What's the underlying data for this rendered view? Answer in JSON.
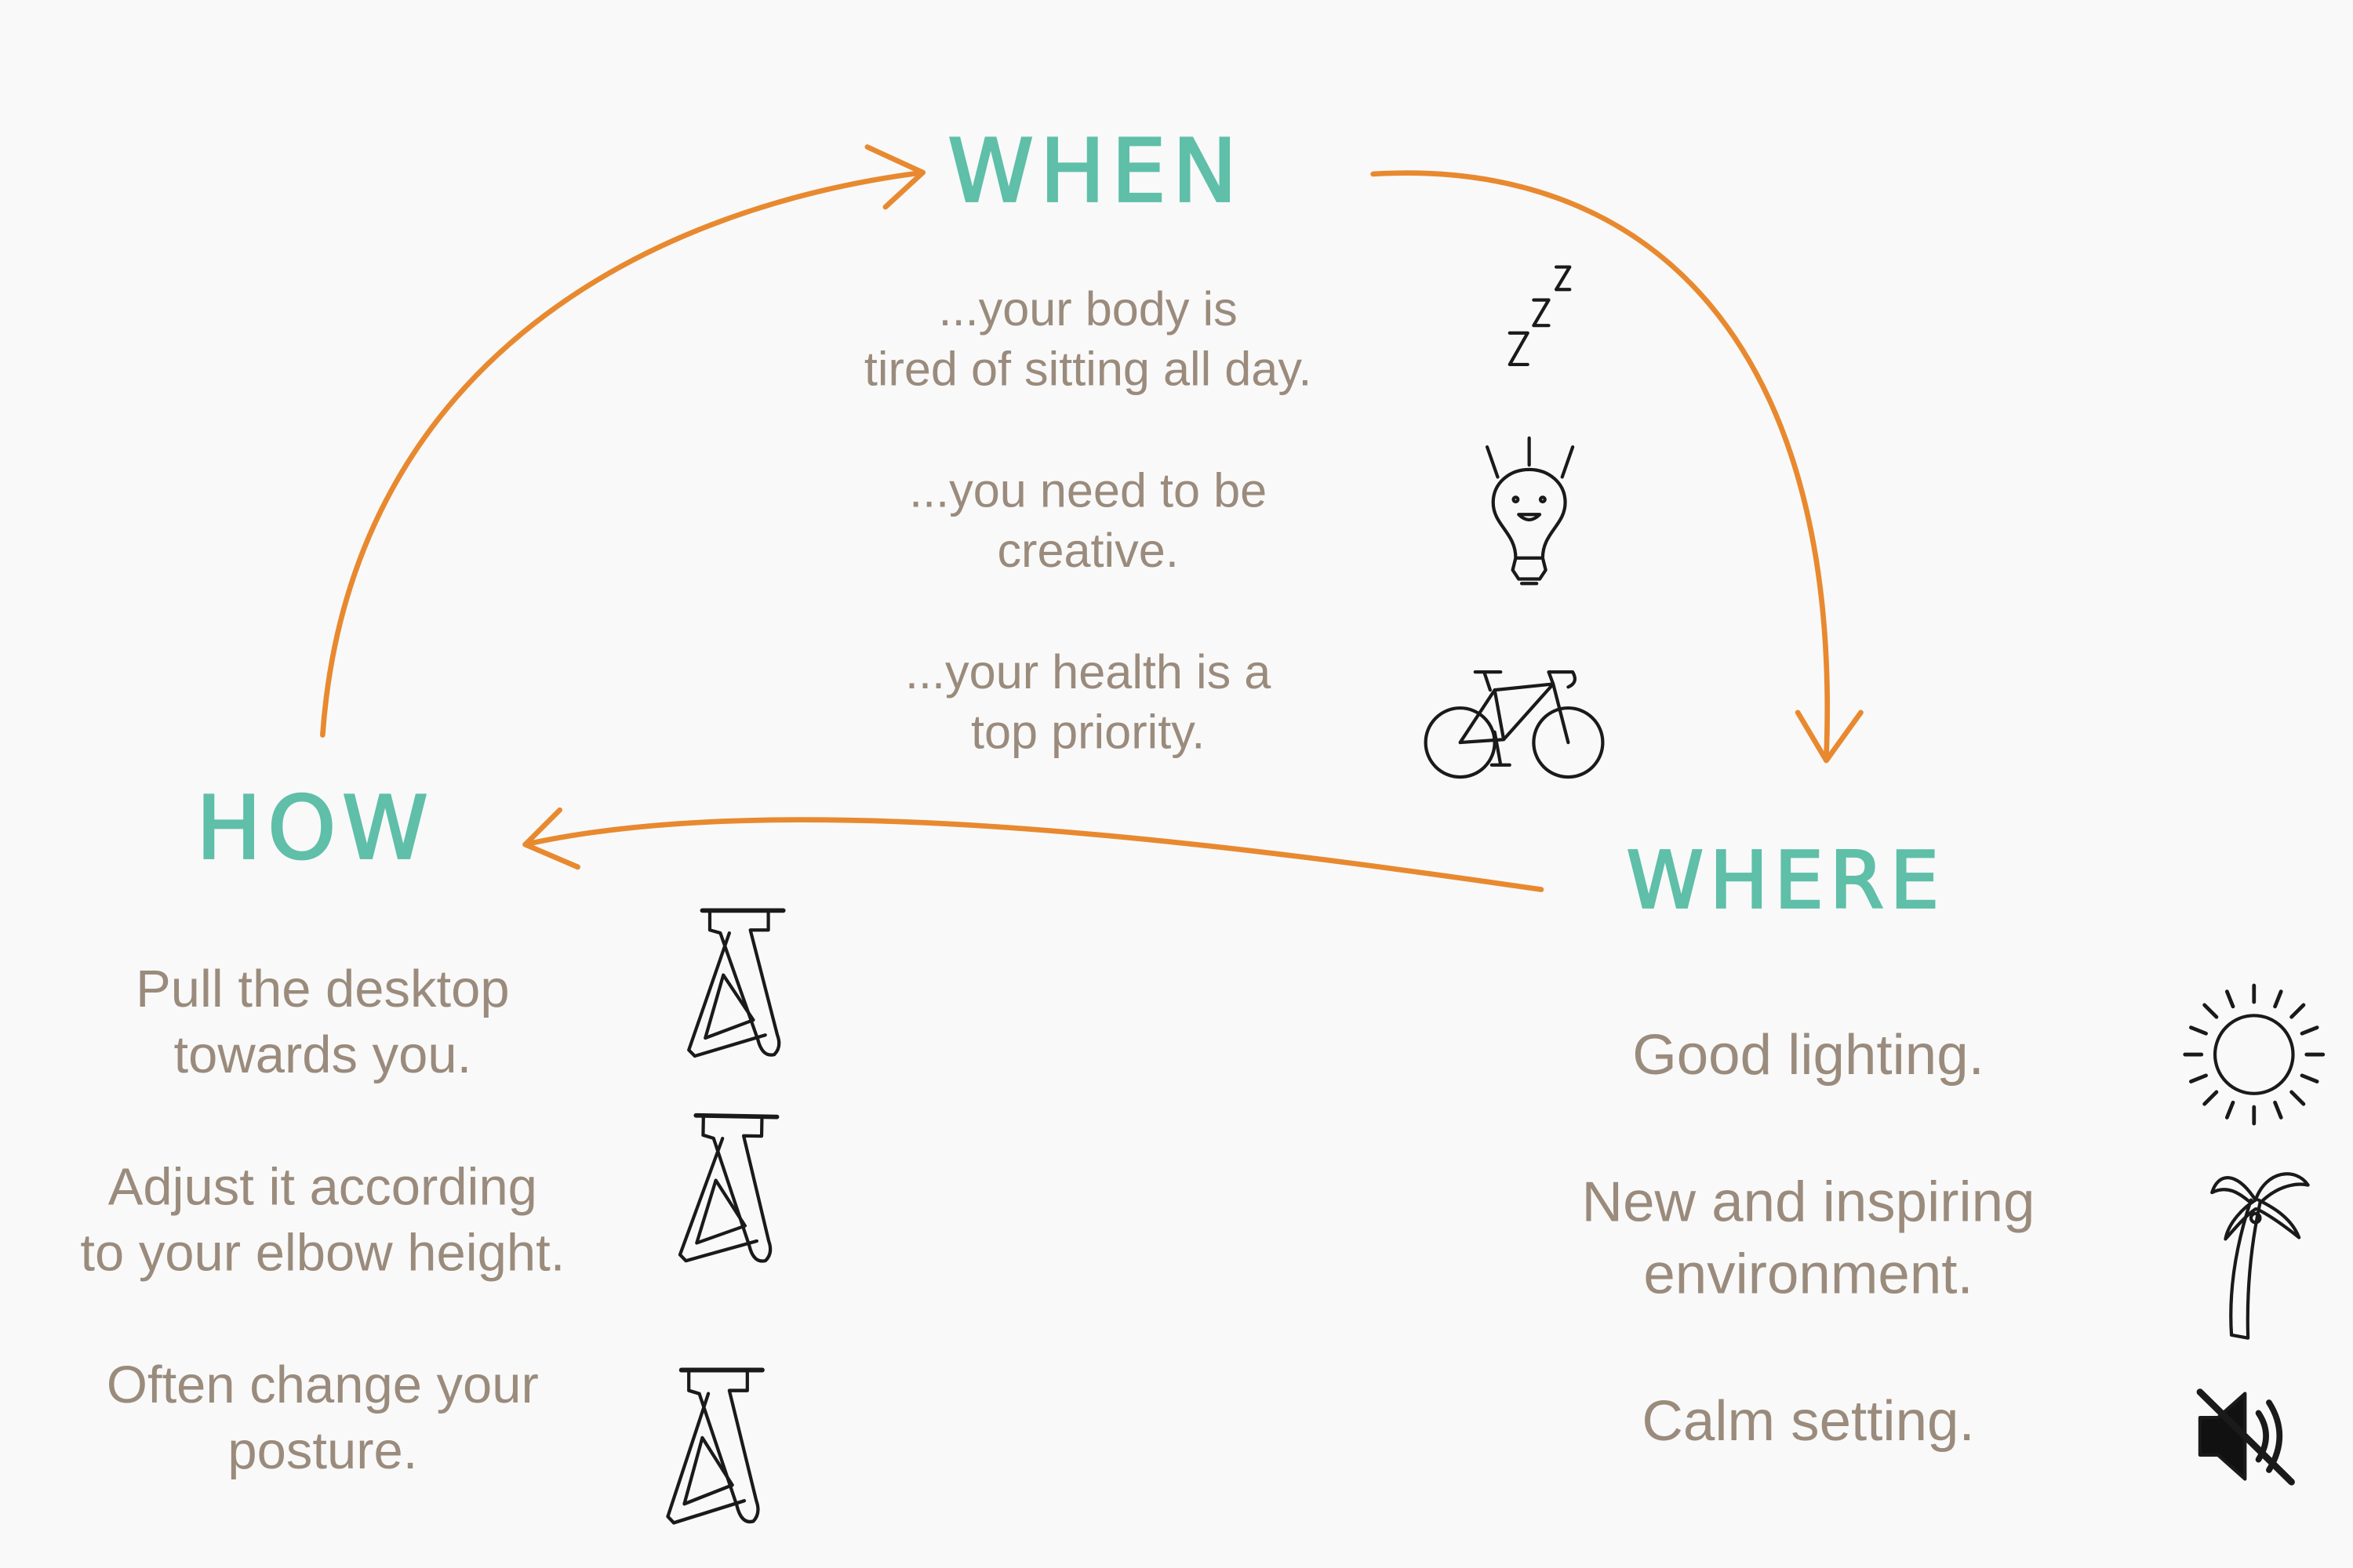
{
  "colors": {
    "heading": "#5fbfa8",
    "arrow": "#e8892f",
    "text": "#9a8b7c",
    "background": "#f9f9f9"
  },
  "when": {
    "title": "WHEN",
    "items": [
      {
        "lines": [
          "...your body is",
          "tired of sitting all day."
        ],
        "icon": "sleep-zzz-icon"
      },
      {
        "lines": [
          "...you need to be",
          "creative."
        ],
        "icon": "lightbulb-icon"
      },
      {
        "lines": [
          "...your health is a",
          "top priority."
        ],
        "icon": "bicycle-icon"
      }
    ]
  },
  "how": {
    "title": "HOW",
    "items": [
      {
        "lines": [
          "Pull the desktop",
          "towards you."
        ],
        "icon": "standing-desk-icon"
      },
      {
        "lines": [
          "Adjust it according",
          "to your elbow height."
        ],
        "icon": "standing-desk-icon"
      },
      {
        "lines": [
          "Often change your",
          "posture."
        ],
        "icon": "standing-desk-icon"
      }
    ]
  },
  "where": {
    "title": "WHERE",
    "items": [
      {
        "lines": [
          "Good lighting."
        ],
        "icon": "sun-icon"
      },
      {
        "lines": [
          "New and inspiring",
          "environment."
        ],
        "icon": "palm-tree-icon"
      },
      {
        "lines": [
          "Calm setting."
        ],
        "icon": "mute-speaker-icon"
      }
    ]
  }
}
